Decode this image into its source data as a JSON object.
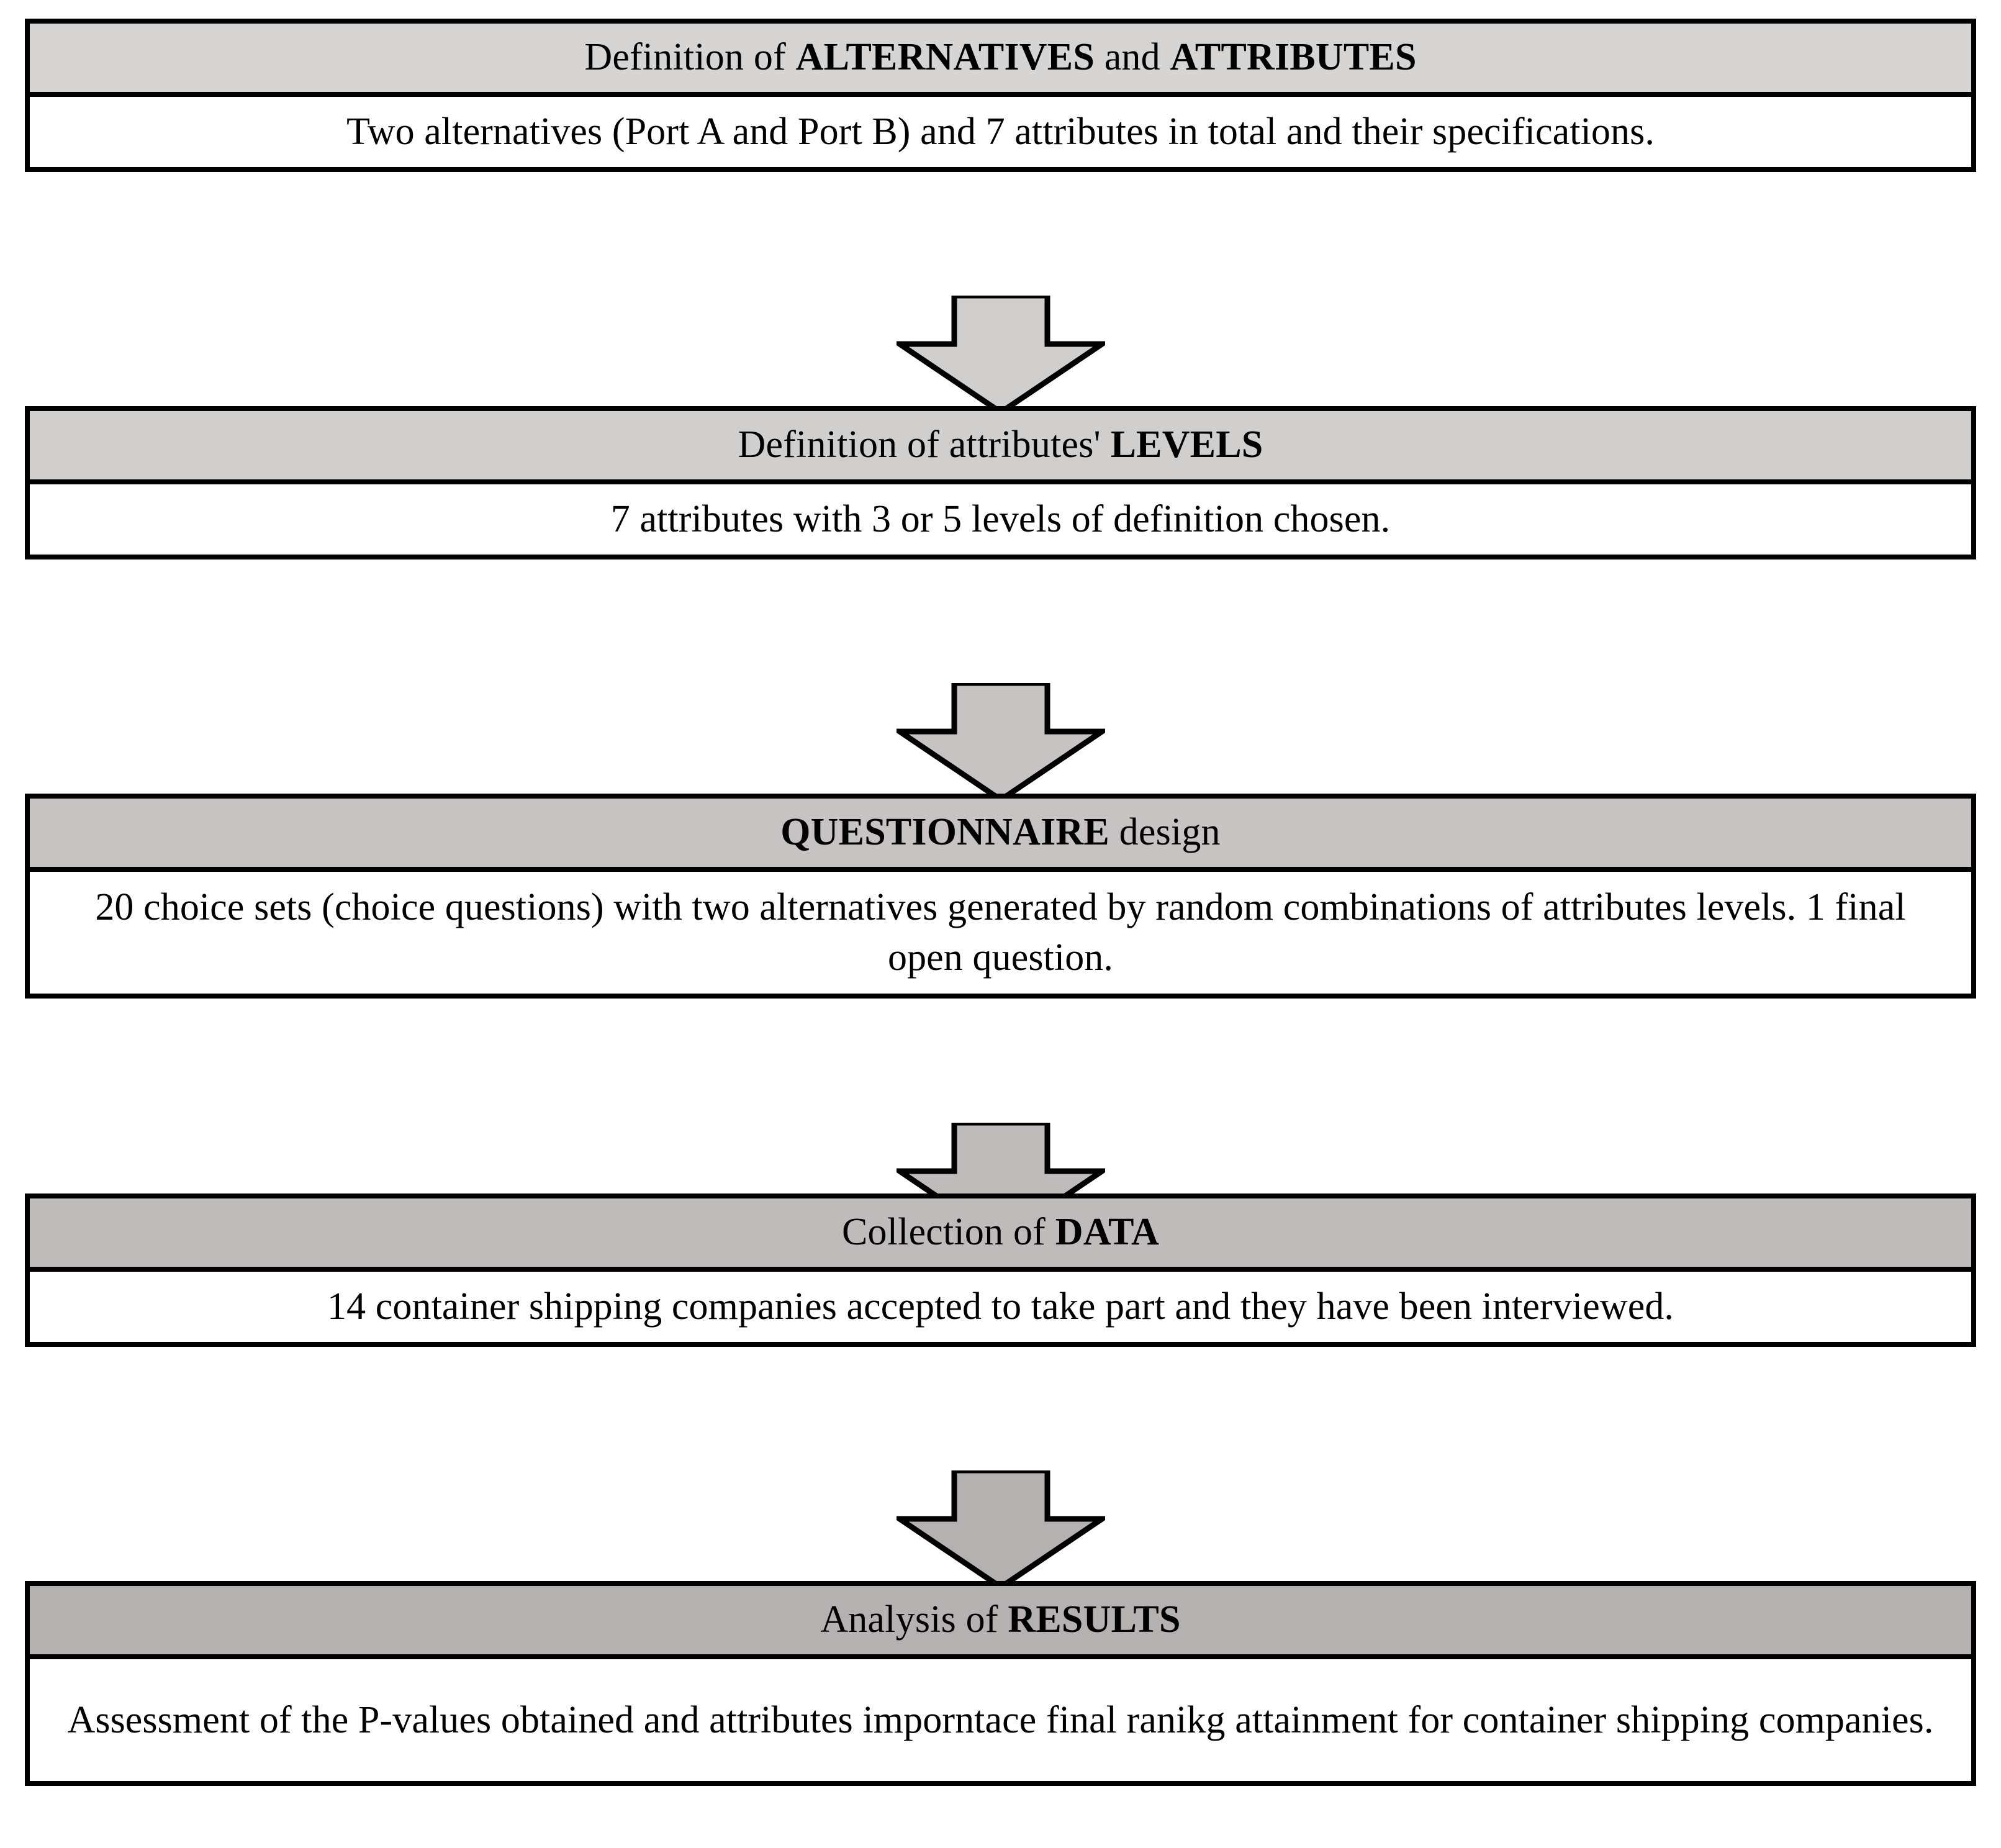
{
  "diagram": {
    "title": "Stated preference survey methodology flowchart",
    "type": "vertical-flowchart",
    "orientation": "top-to-bottom",
    "stage_count": 5,
    "connector_count": 4,
    "connector_icon": "down-block-arrow-icon",
    "colors": {
      "border": "#000000",
      "text": "#000000",
      "body_fill": "#ffffff",
      "header_fill_1": "#d6d5d3",
      "header_fill_2": "#d0cfcd",
      "header_fill_3": "#c6c3c2",
      "header_fill_4": "#bebbba",
      "header_fill_5": "#b5b1b1"
    },
    "stages": [
      {
        "id": "alternatives-attributes",
        "header_prefix": "Definition of ",
        "header_strong": "ALTERNATIVES",
        "header_middle": " and ",
        "header_strong_2": "ATTRIBUTES",
        "header_suffix": "",
        "header_plain": "Definition of ALTERNATIVES and ATTRIBUTES",
        "body": "Two alternatives (Port A and Port B) and 7 attributes in total and their specifications.",
        "header_fill": "#d6d5d3"
      },
      {
        "id": "attribute-levels",
        "header_prefix": "Definition of attributes' ",
        "header_strong": "LEVELS",
        "header_middle": "",
        "header_strong_2": "",
        "header_suffix": "",
        "header_plain": "Definition of attributes' LEVELS",
        "body": "7 attributes with 3 or 5 levels of definition chosen.",
        "header_fill": "#d0cfcd"
      },
      {
        "id": "questionnaire-design",
        "header_prefix": "",
        "header_strong": "QUESTIONNAIRE",
        "header_middle": " design",
        "header_strong_2": "",
        "header_suffix": "",
        "header_plain": "QUESTIONNAIRE design",
        "body": "20 choice sets (choice questions) with two alternatives generated by random combinations of attributes levels. 1 final open question.",
        "header_fill": "#c6c3c2"
      },
      {
        "id": "data-collection",
        "header_prefix": "Collection of ",
        "header_strong": "DATA",
        "header_middle": "",
        "header_strong_2": "",
        "header_suffix": "",
        "header_plain": "Collection of DATA",
        "body": "14 container shipping companies accepted to take part and they have been interviewed.",
        "header_fill": "#bebbba"
      },
      {
        "id": "results-analysis",
        "header_prefix": "Analysis of ",
        "header_strong": "RESULTS",
        "header_middle": "",
        "header_strong_2": "",
        "header_suffix": "",
        "header_plain": "Analysis of RESULTS",
        "body": "Assessment of the P-values obtained and attributes imporntace final ranikg attainment for container shipping companies.",
        "header_fill": "#b5b1b1"
      }
    ],
    "connectors": [
      {
        "id": "arrow-1-to-2",
        "fill": "#d0cfcd",
        "from": "alternatives-attributes",
        "to": "attribute-levels"
      },
      {
        "id": "arrow-2-to-3",
        "fill": "#c6c3c2",
        "from": "attribute-levels",
        "to": "questionnaire-design"
      },
      {
        "id": "arrow-3-to-4",
        "fill": "#bebbba",
        "from": "questionnaire-design",
        "to": "data-collection"
      },
      {
        "id": "arrow-4-to-5",
        "fill": "#b5b1b1",
        "from": "data-collection",
        "to": "results-analysis"
      }
    ]
  }
}
